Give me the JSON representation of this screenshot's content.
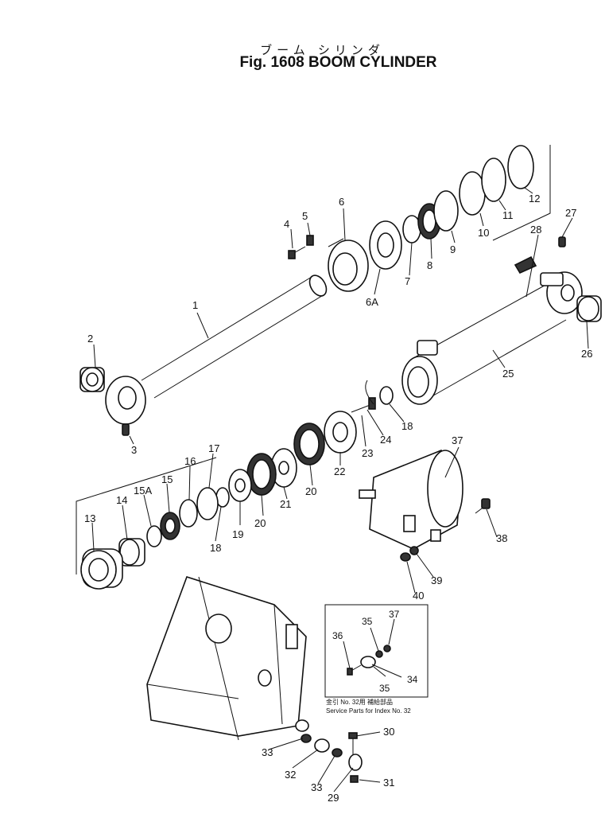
{
  "title": {
    "japanese": "ブーム シリンダ",
    "english": "Fig. 1608 BOOM CYLINDER"
  },
  "inset": {
    "note_japanese": "金引 No. 32用 補給部品",
    "note_english": "Service Parts for Index No. 32"
  },
  "labels": {
    "p1": "1",
    "p2": "2",
    "p3": "3",
    "p4": "4",
    "p5": "5",
    "p6": "6",
    "p6a": "6A",
    "p7": "7",
    "p8": "8",
    "p9": "9",
    "p10": "10",
    "p11": "11",
    "p12": "12",
    "p13": "13",
    "p14": "14",
    "p15": "15",
    "p15a": "15A",
    "p16": "16",
    "p17": "17",
    "p18a": "18",
    "p18b": "18",
    "p19": "19",
    "p20a": "20",
    "p20b": "20",
    "p21": "21",
    "p22": "22",
    "p23": "23",
    "p24": "24",
    "p25": "25",
    "p26": "26",
    "p27": "27",
    "p28": "28",
    "p29": "29",
    "p30": "30",
    "p31": "31",
    "p32": "32",
    "p33a": "33",
    "p33b": "33",
    "p34": "34",
    "p35a": "35",
    "p35b": "35",
    "p36": "36",
    "p37a": "37",
    "p37b": "37",
    "p38": "38",
    "p39": "39",
    "p40": "40"
  }
}
